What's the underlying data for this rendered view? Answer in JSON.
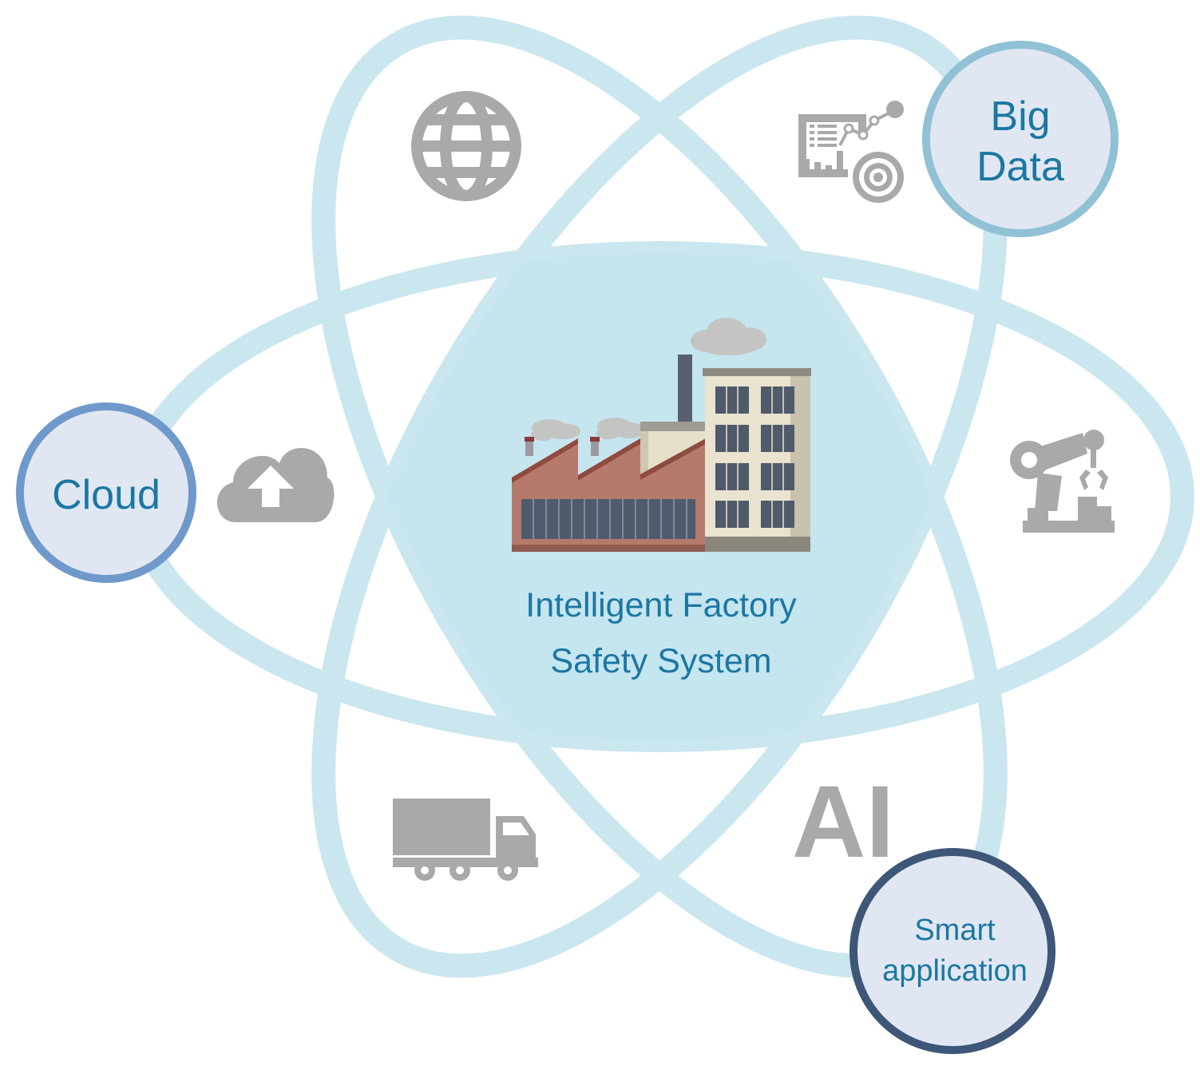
{
  "center": {
    "title_line1": "Intelligent Factory",
    "title_line2": "Safety System"
  },
  "nodes": {
    "cloud": {
      "label": "Cloud"
    },
    "big_data": {
      "label_line1": "Big",
      "label_line2": "Data"
    },
    "smart_application": {
      "label_line1": "Smart",
      "label_line2": "application"
    }
  },
  "icons": {
    "globe": "globe-icon",
    "analytics": "analytics-dashboard-icon",
    "cloud_upload": "cloud-upload-icon",
    "robot_arm": "robot-arm-icon",
    "truck": "truck-icon",
    "ai": {
      "name": "ai-icon",
      "text": "AI"
    }
  },
  "colors": {
    "orbit": "#c8e5ef",
    "center_fill": "#c5e5ef",
    "text_blue": "#1b77a3",
    "cloud_ring": "#7099cb",
    "big_data_ring": "#90c1d5",
    "smart_app_ring": "#3e5677",
    "node_fill": "#e1e7f2",
    "icon_gray": "#a9a9a9"
  }
}
